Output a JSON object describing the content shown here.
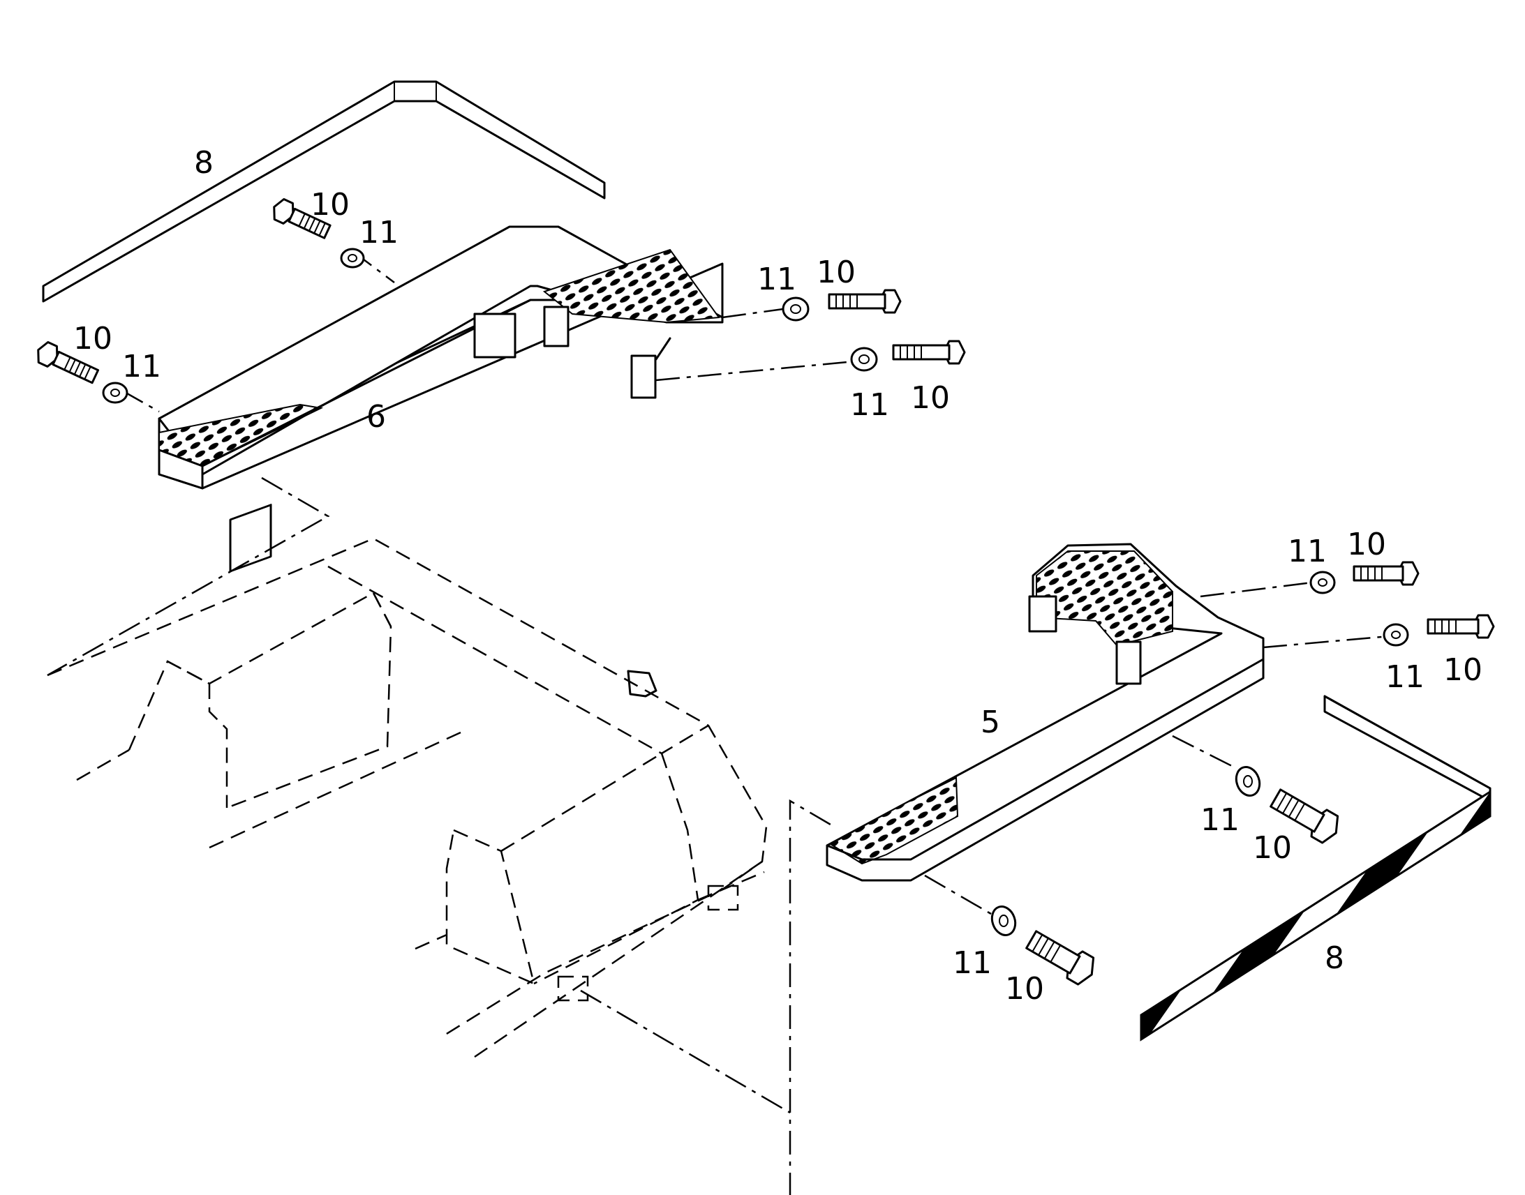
{
  "callouts": {
    "trim_top": "8",
    "trim_bottom": "8",
    "step_left": "6",
    "step_right": "5",
    "bolt_a": "10",
    "washer_a": "11",
    "bolt_b": "10",
    "washer_b": "11",
    "washer_c": "11",
    "bolt_c": "10",
    "washer_d": "11",
    "bolt_d": "10",
    "washer_e": "11",
    "bolt_e": "10",
    "washer_f": "11",
    "bolt_f": "10",
    "washer_g": "11",
    "bolt_g": "10",
    "washer_h": "11",
    "bolt_h": "10"
  },
  "colors": {
    "line": "#000000",
    "background": "#ffffff"
  }
}
